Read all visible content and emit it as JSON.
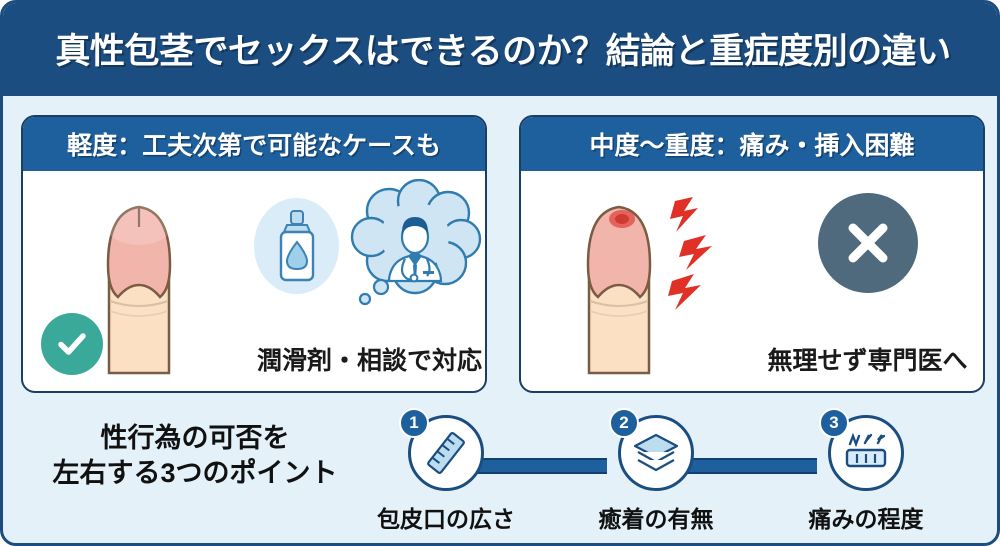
{
  "title": "真性包茎でセックスはできるのか？結論と重症度別の違い",
  "colors": {
    "header_blue": "#1b4d80",
    "card_head_blue": "#1e5f9e",
    "page_bg": "#e4f1f8",
    "check_green": "#3aa99a",
    "x_gray": "#4e6a7c",
    "pain_red": "#e03127",
    "skin": "#fbe0c4",
    "glans": "#f2b5ab"
  },
  "cards": [
    {
      "header": "軽度：工夫次第で可能なケースも",
      "caption": "潤滑剤・相談で対応",
      "anatomy_icon": "penis-normal-icon",
      "status_icon": "check-circle-icon",
      "icons": [
        "lubricant-bottle-icon",
        "doctor-thought-bubble-icon"
      ]
    },
    {
      "header": "中度〜重度：痛み・挿入困難",
      "caption": "無理せず専門医へ",
      "anatomy_icon": "penis-pain-icon",
      "status_icon": "x-circle-icon",
      "icons": [
        "pain-lightning-icon"
      ]
    }
  ],
  "bottom": {
    "label_line1": "性行為の可否を",
    "label_line2": "左右する3つのポイント",
    "steps": [
      {
        "number": "1",
        "label": "包皮口の広さ",
        "icon": "ruler-icon"
      },
      {
        "number": "2",
        "label": "癒着の有無",
        "icon": "layers-icon"
      },
      {
        "number": "3",
        "label": "痛みの程度",
        "icon": "pain-scale-icon"
      }
    ]
  }
}
